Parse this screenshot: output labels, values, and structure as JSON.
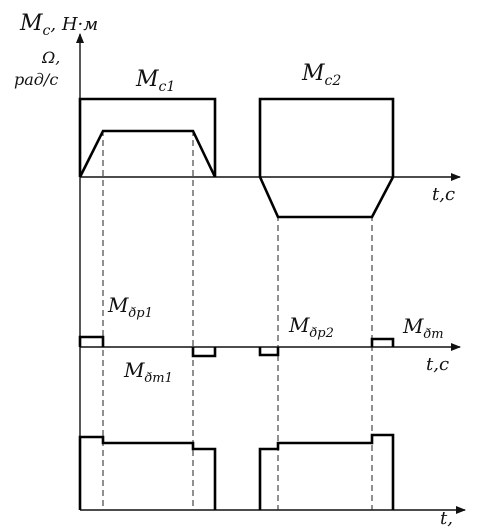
{
  "labels": {
    "y_axis_top": "M",
    "y_axis_top_sub": "c",
    "y_axis_top_unit": ", H·м",
    "omega": "Ω,",
    "omega_unit": "рад/с",
    "mc1": "M",
    "mc1_sub": "c1",
    "mc2": "M",
    "mc2_sub": "c2",
    "t_axis_1": "t,с",
    "t_axis_2": "t,с",
    "t_axis_3": "t,",
    "m_dp1": "M",
    "m_dp1_sub": "ðр1",
    "m_dp2": "M",
    "m_dp2_sub": "ðр2",
    "m_dt1": "M",
    "m_dt1_sub": "ðт1",
    "m_dt2": "M",
    "m_dt2_sub": "ðт"
  }
}
